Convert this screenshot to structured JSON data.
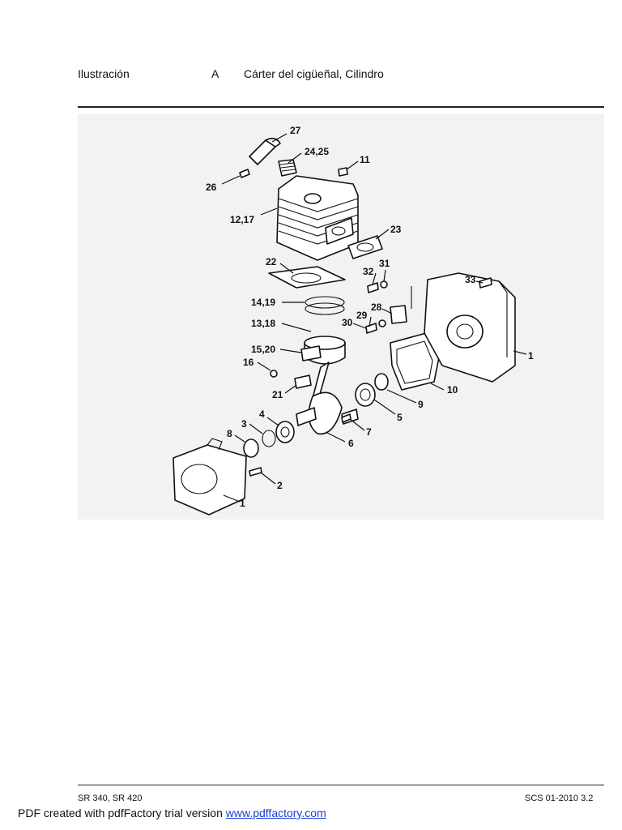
{
  "header": {
    "label": "Ilustración",
    "letter": "A",
    "title": "Cárter del cigüeñal, Cilindro"
  },
  "diagram": {
    "callouts": [
      "27",
      "24,25",
      "11",
      "26",
      "12,17",
      "23",
      "22",
      "32",
      "31",
      "33",
      "14,19",
      "28",
      "13,18",
      "29",
      "30",
      "1",
      "15,20",
      "16",
      "10",
      "21",
      "9",
      "4",
      "5",
      "3",
      "7",
      "8",
      "6",
      "2",
      "1"
    ]
  },
  "footer": {
    "model": "SR 340, SR 420",
    "code": "SCS 01-2010 3.2",
    "pdf_text": "PDF created with pdfFactory trial version ",
    "pdf_link": "www.pdffactory.com"
  }
}
